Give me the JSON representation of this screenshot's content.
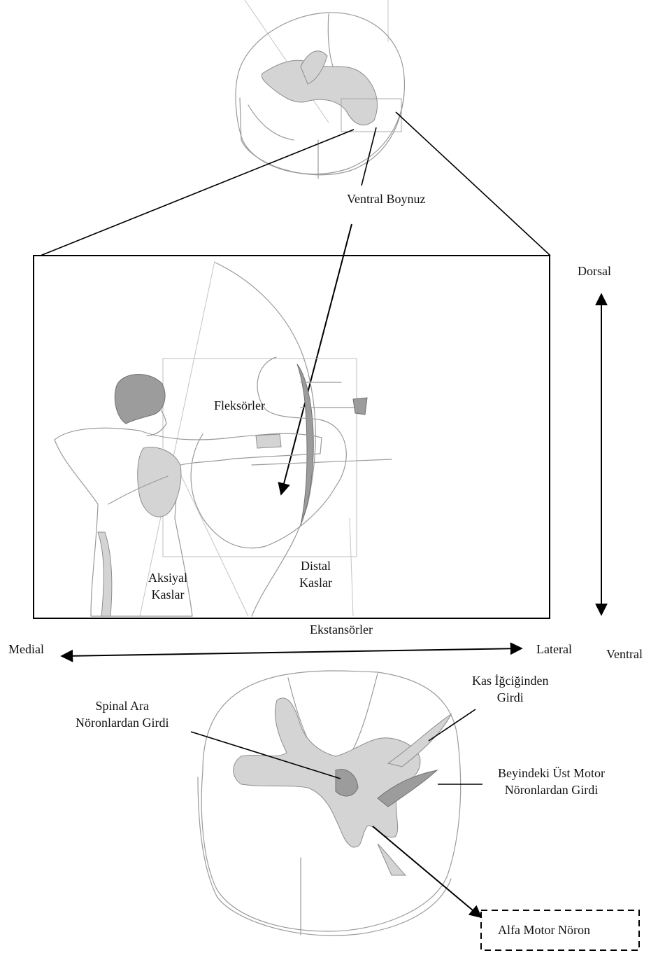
{
  "labels": {
    "ventral_horn": "Ventral Boynuz",
    "dorsal": "Dorsal",
    "ventral": "Ventral",
    "medial": "Medial",
    "lateral": "Lateral",
    "flexors": "Fleksörler",
    "extensors": "Ekstansörler",
    "axial_muscles": [
      "Aksiyal",
      "Kaslar"
    ],
    "distal_muscles": [
      "Distal",
      "Kaslar"
    ],
    "spinal_interneuron_input": [
      "Spinal Ara",
      "Nöronlardan Girdi"
    ],
    "muscle_spindle_input": [
      "Kas İğciğinden",
      "Girdi"
    ],
    "upper_motor_neuron_input": [
      "Beyindeki Üst Motor",
      "Nöronlardan Girdi"
    ],
    "alpha_motor_neuron": "Alfa Motor Nöron"
  },
  "colors": {
    "ink": "#000000",
    "pencil": "#9a9a9a",
    "shading": "#d4d4d4"
  }
}
